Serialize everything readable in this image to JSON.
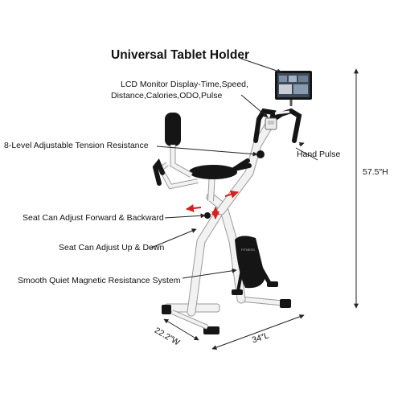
{
  "labels": {
    "tablet_holder": "Universal Tablet Holder",
    "lcd_line1": "LCD Monitor Display-Time,Speed,",
    "lcd_line2": "Distance,Calories,ODO,Pulse",
    "tension": "8-Level Adjustable Tension Resistance",
    "hand_pulse": "Hand Pulse",
    "seat_fb": "Seat Can Adjust Forward & Backward",
    "seat_ud": "Seat Can Adjust Up & Down",
    "magnetic": "Smooth Quiet Magnetic Resistance System"
  },
  "dimensions": {
    "height": "57.5″H",
    "length": "34″L",
    "width": "22.2″W"
  },
  "colors": {
    "frame": "#f2f2f2",
    "frame_outline": "#9a9a9a",
    "dark": "#151515",
    "arrow_red": "#d4231f"
  }
}
